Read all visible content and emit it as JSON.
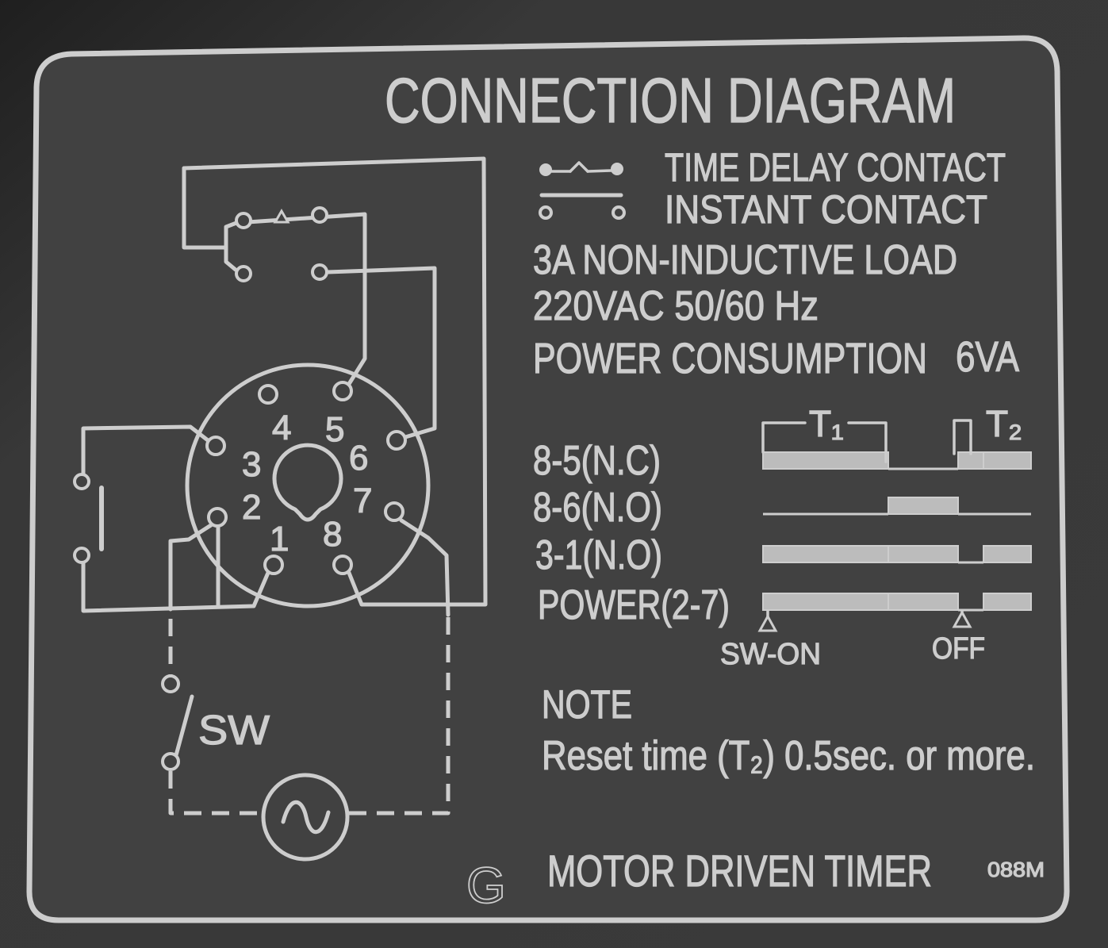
{
  "colors": {
    "plate": "#414141",
    "ink": "#cdcdcd"
  },
  "title": "CONNECTION DIAGRAM",
  "legend": {
    "time_delay_contact": "TIME DELAY CONTACT",
    "instant_contact": "INSTANT CONTACT"
  },
  "specs": {
    "load": "3A NON-INDUCTIVE LOAD",
    "supply": "220VAC 50/60 Hz",
    "power_consumption_label": "POWER CONSUMPTION",
    "power_consumption_value": "6VA"
  },
  "socket": {
    "pin_labels": [
      "1",
      "2",
      "3",
      "4",
      "5",
      "6",
      "7",
      "8"
    ]
  },
  "switch_label": "SW",
  "timing_chart": {
    "t1_label": "T₁",
    "t2_label": "T₂",
    "rows": [
      {
        "label": "8-5(N.C)",
        "states": [
          1,
          0,
          1,
          1
        ]
      },
      {
        "label": "8-6(N.O)",
        "states": [
          0,
          1,
          0,
          0
        ]
      },
      {
        "label": "3-1(N.O)",
        "states": [
          1,
          1,
          0,
          1
        ]
      },
      {
        "label": "POWER(2-7)",
        "states": [
          1,
          1,
          0,
          1
        ]
      }
    ],
    "sw_on_label": "SW-ON",
    "off_label": "OFF"
  },
  "note": {
    "heading": "NOTE",
    "text": "Reset time (T₂) 0.5sec. or more."
  },
  "footer": {
    "mark": "G",
    "product": "MOTOR DRIVEN TIMER",
    "code": "088M"
  }
}
